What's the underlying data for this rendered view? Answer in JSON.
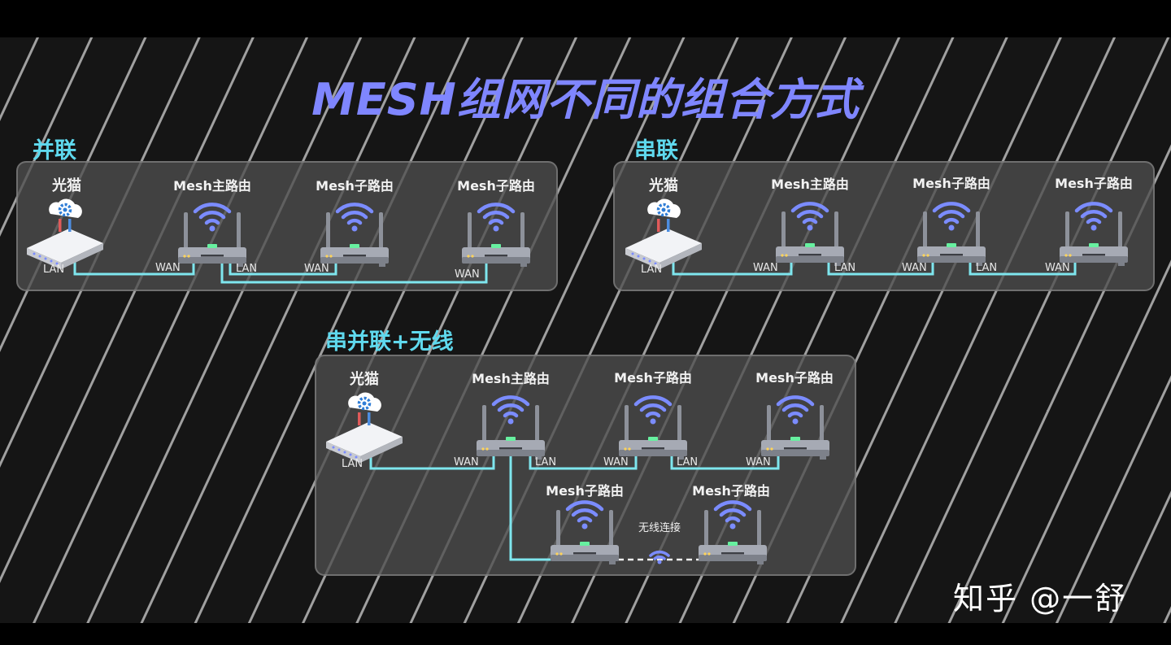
{
  "title": "MESH组网不同的组合方式",
  "watermark": "知乎 @一舒",
  "sections": {
    "parallel": {
      "label": "并联",
      "modem": "光猫",
      "main": "Mesh主路由",
      "sub1": "Mesh子路由",
      "sub2": "Mesh子路由",
      "ports": {
        "lan": "LAN",
        "wan1": "WAN",
        "lan2": "LAN",
        "wan2": "WAN",
        "wan3": "WAN"
      }
    },
    "serial": {
      "label": "串联",
      "modem": "光猫",
      "main": "Mesh主路由",
      "sub1": "Mesh子路由",
      "sub2": "Mesh子路由",
      "ports": {
        "lan": "LAN",
        "wan1": "WAN",
        "lan2": "LAN",
        "wan2": "WAN",
        "lan3": "LAN",
        "wan3": "WAN"
      }
    },
    "hybrid": {
      "label": "串并联+无线",
      "modem": "光猫",
      "main": "Mesh主路由",
      "sub1": "Mesh子路由",
      "sub2": "Mesh子路由",
      "sub3": "Mesh子路由",
      "sub4": "Mesh子路由",
      "wireless": "无线连接",
      "ports": {
        "lan": "LAN",
        "wan1": "WAN",
        "lan2": "LAN",
        "wan2": "WAN",
        "lan3": "LAN",
        "wan3": "WAN"
      }
    }
  },
  "colors": {
    "title": "#7f86ff",
    "section_label": "#5fd9ee",
    "cable": "#7ee6ee",
    "wifi": "#7b8cff",
    "router_body": "#a6aab4",
    "status_led": "#67f0a0"
  },
  "icons": [
    "router-icon",
    "wifi-icon",
    "modem-icon",
    "cloud-gear-icon"
  ]
}
